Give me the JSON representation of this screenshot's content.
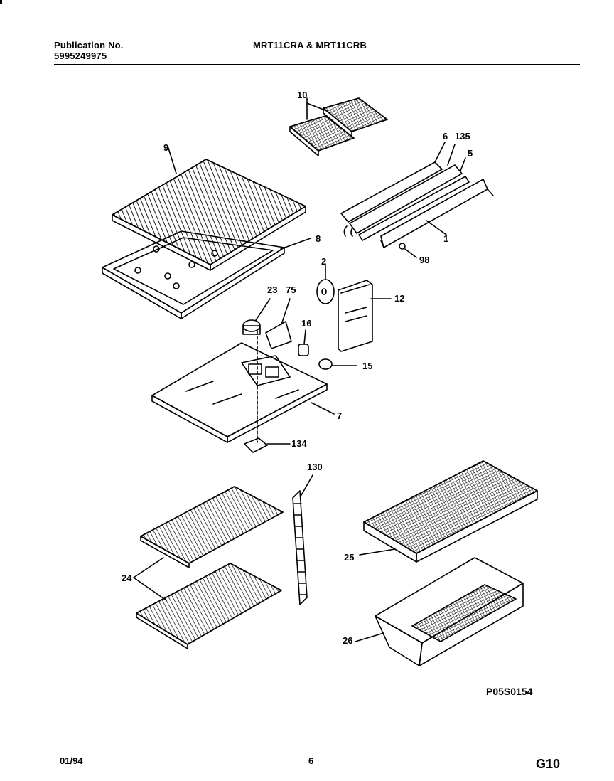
{
  "header": {
    "pub_label": "Publication No.",
    "pub_number": "5995249975",
    "models": "MRT11CRA & MRT11CRB"
  },
  "labels": {
    "l10": "10",
    "l9": "9",
    "l6": "6",
    "l135": "135",
    "l5": "5",
    "l1": "1",
    "l98": "98",
    "l8": "8",
    "l2": "2",
    "l12": "12",
    "l23": "23",
    "l75": "75",
    "l16": "16",
    "l15": "15",
    "l7": "7",
    "l134": "134",
    "l130": "130",
    "l24": "24",
    "l25": "25",
    "l26": "26"
  },
  "diagram_code": "P05S0154",
  "footer": {
    "date": "01/94",
    "page": "6",
    "section": "G10"
  }
}
